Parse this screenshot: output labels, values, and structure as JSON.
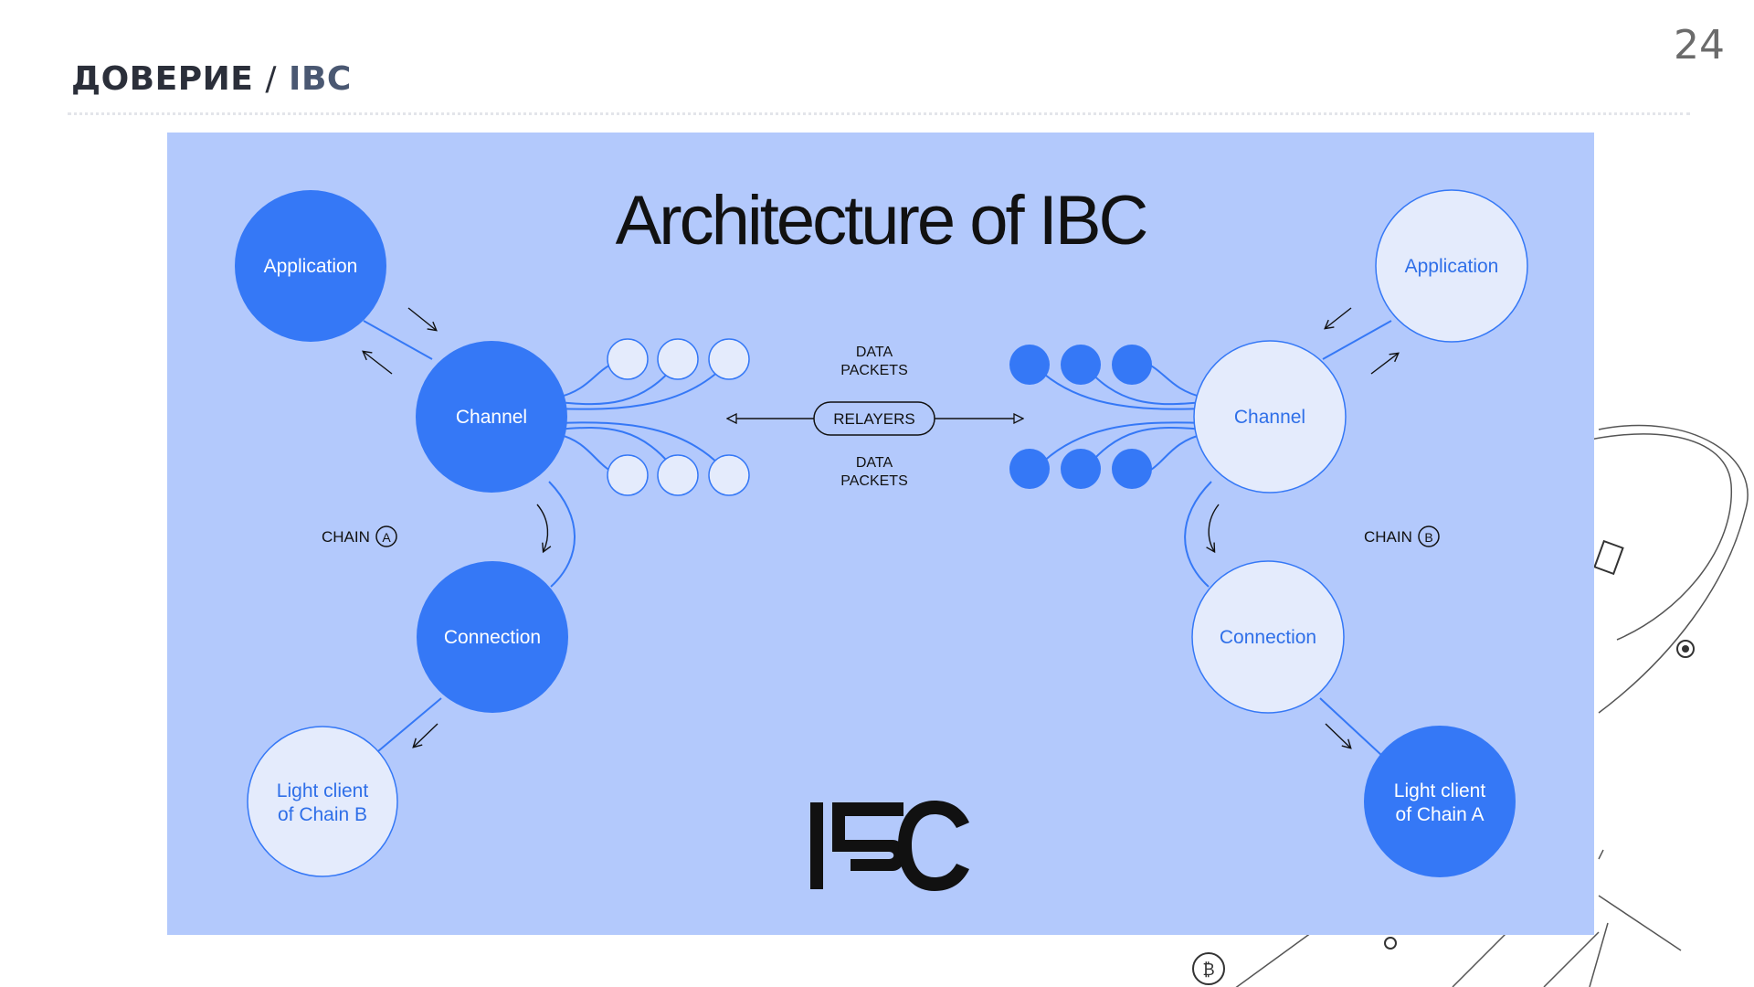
{
  "slide": {
    "page_number": "24",
    "section": "ДОВЕРИЕ",
    "separator": "/",
    "topic": "IBC"
  },
  "diagram": {
    "title": "Architecture of IBC",
    "logo_text": "IBC",
    "colors": {
      "background": "#b3c9fc",
      "active": "#3578f6",
      "inactive_fill": "#e4ebfc",
      "inactive_text": "#2f6fe8",
      "line": "#3578f6"
    },
    "chain_a": {
      "label": "CHAIN",
      "badge": "A",
      "application": "Application",
      "channel": "Channel",
      "connection": "Connection",
      "light_client_line1": "Light client",
      "light_client_line2": "of Chain B"
    },
    "chain_b": {
      "label": "CHAIN",
      "badge": "B",
      "application": "Application",
      "channel": "Channel",
      "connection": "Connection",
      "light_client_line1": "Light client",
      "light_client_line2": "of Chain A"
    },
    "center": {
      "data_packets_line1": "DATA",
      "data_packets_line2": "PACKETS",
      "relayers": "RELAYERS"
    }
  }
}
